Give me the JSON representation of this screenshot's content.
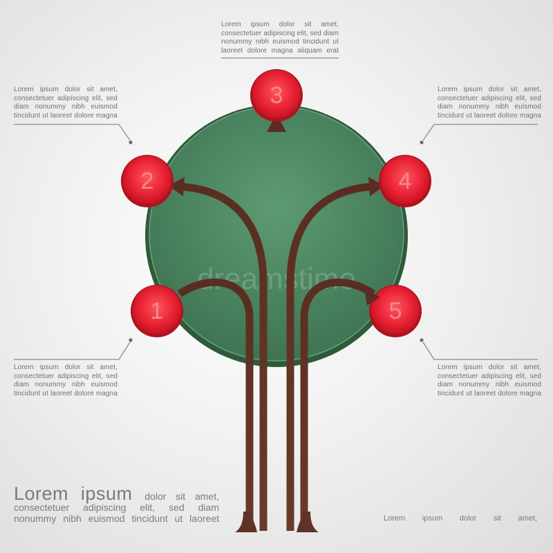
{
  "notes": {
    "top": [
      "Lorem ipsum dolor sit amet,",
      "consectetuer adipiscing elit, sed diam",
      "nonummy nibh euismod tincidunt ut",
      "laoreet dolore magna aliquam erat"
    ],
    "top_left": [
      "Lorem ipsum dolor sit amet,",
      "consectetuer adipiscing elit, sed",
      "diam nonummy nibh euismod",
      "tincidunt ut laoreet dolore magna"
    ],
    "top_right": [
      "Lorem ipsum dolor sit amet,",
      "consectetuer adipiscing elit, sed",
      "diam nonummy nibh euismod",
      "tincidunt ut laoreet dolore magna"
    ],
    "bottom_left": [
      "Lorem ipsum dolor sit amet,",
      "consectetuer adipiscing elit, sed",
      "diam nonummy nibh euismod",
      "tincidunt ut laoreet dolore magna"
    ],
    "bottom_right": [
      "Lorem ipsum dolor sit amet,",
      "consectetuer adipiscing elit, sed",
      "diam nonummy nibh euismod",
      "tincidunt ut laoreet dolore magna"
    ]
  },
  "main_text": {
    "heading": "Lorem ipsum",
    "rest_first_line": "dolor sit amet,",
    "line2": "consectetuer adipiscing elit, sed diam",
    "line3": "nonummy nibh euismod tincidunt ut laoreet"
  },
  "footer_text": "Lorem ipsum dolor sit amet,",
  "markers": [
    "1",
    "2",
    "3",
    "4",
    "5"
  ],
  "watermark": "dreamstime",
  "colors": {
    "canopy": "#4f8c65",
    "canopy_edge": "#2f5a3a",
    "branch": "#5a2d22",
    "marker": "#e32030",
    "marker_text": "#f08080",
    "text": "#707070"
  }
}
